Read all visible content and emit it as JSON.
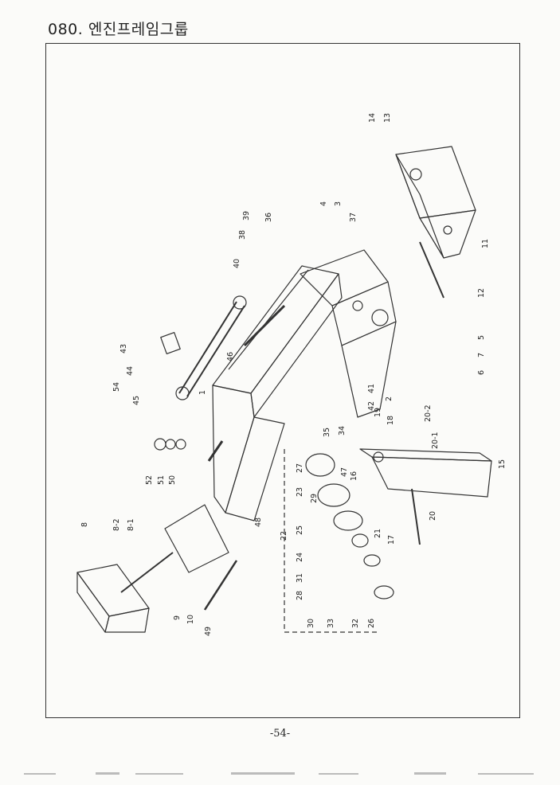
{
  "header": {
    "title": "080. 엔진프레임그룹"
  },
  "footer": {
    "page_number": "-54-"
  },
  "callouts": [
    {
      "id": "1",
      "label": "1"
    },
    {
      "id": "2",
      "label": "2"
    },
    {
      "id": "3",
      "label": "3"
    },
    {
      "id": "4",
      "label": "4"
    },
    {
      "id": "5",
      "label": "5"
    },
    {
      "id": "6",
      "label": "6"
    },
    {
      "id": "7",
      "label": "7"
    },
    {
      "id": "8",
      "label": "8"
    },
    {
      "id": "8-1",
      "label": "8-1"
    },
    {
      "id": "8-2",
      "label": "8-2"
    },
    {
      "id": "9",
      "label": "9"
    },
    {
      "id": "10",
      "label": "10"
    },
    {
      "id": "11",
      "label": "11"
    },
    {
      "id": "12",
      "label": "12"
    },
    {
      "id": "13",
      "label": "13"
    },
    {
      "id": "14",
      "label": "14"
    },
    {
      "id": "15",
      "label": "15"
    },
    {
      "id": "16",
      "label": "16"
    },
    {
      "id": "17",
      "label": "17"
    },
    {
      "id": "18",
      "label": "18"
    },
    {
      "id": "19",
      "label": "19"
    },
    {
      "id": "20",
      "label": "20"
    },
    {
      "id": "20-1",
      "label": "20-1"
    },
    {
      "id": "20-2",
      "label": "20-2"
    },
    {
      "id": "21",
      "label": "21"
    },
    {
      "id": "22",
      "label": "22"
    },
    {
      "id": "23",
      "label": "23"
    },
    {
      "id": "24",
      "label": "24"
    },
    {
      "id": "25",
      "label": "25"
    },
    {
      "id": "26",
      "label": "26"
    },
    {
      "id": "27",
      "label": "27"
    },
    {
      "id": "28",
      "label": "28"
    },
    {
      "id": "29",
      "label": "29"
    },
    {
      "id": "30",
      "label": "30"
    },
    {
      "id": "31",
      "label": "31"
    },
    {
      "id": "32",
      "label": "32"
    },
    {
      "id": "33",
      "label": "33"
    },
    {
      "id": "34",
      "label": "34"
    },
    {
      "id": "35",
      "label": "35"
    },
    {
      "id": "36",
      "label": "36"
    },
    {
      "id": "37",
      "label": "37"
    },
    {
      "id": "38",
      "label": "38"
    },
    {
      "id": "39",
      "label": "39"
    },
    {
      "id": "40",
      "label": "40"
    },
    {
      "id": "41",
      "label": "41"
    },
    {
      "id": "42",
      "label": "42"
    },
    {
      "id": "43",
      "label": "43"
    },
    {
      "id": "44",
      "label": "44"
    },
    {
      "id": "45",
      "label": "45"
    },
    {
      "id": "46",
      "label": "46"
    },
    {
      "id": "47",
      "label": "47"
    },
    {
      "id": "48",
      "label": "48"
    },
    {
      "id": "49",
      "label": "49"
    },
    {
      "id": "50",
      "label": "50"
    },
    {
      "id": "51",
      "label": "51"
    },
    {
      "id": "52",
      "label": "52"
    },
    {
      "id": "54",
      "label": "54"
    }
  ]
}
